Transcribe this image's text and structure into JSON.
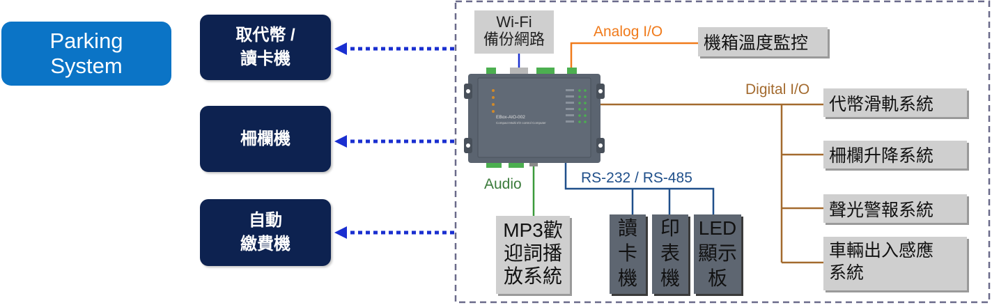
{
  "parking_system": "Parking\nSystem",
  "left_devices": [
    "取代幣 /\n讀卡機",
    "柵欄機",
    "自動\n繳費機"
  ],
  "wifi_box": "Wi-Fi\n備份網路",
  "device": {
    "name": "EBox-AIO-002",
    "subtitle": "Compact Multi I/O control Computer"
  },
  "labels": {
    "analog": "Analog I/O",
    "digital": "Digital I/O",
    "audio": "Audio",
    "serial": "RS-232 / RS-485"
  },
  "analog_target": "機箱溫度監控",
  "digital_targets": [
    "代幣滑軌系統",
    "柵欄升降系統",
    "聲光警報系統",
    "車輛出入感應\n系統"
  ],
  "audio_target": "MP3歡\n迎詞播\n放系統",
  "serial_targets": [
    "讀\n卡\n機",
    "印\n表\n機",
    "LED\n顯示\n板"
  ],
  "colors": {
    "wifi_line": "#1a2fd0",
    "analog_line": "#f07a1a",
    "digital_line": "#a36a2e",
    "audio_line": "#3a9a3a",
    "serial_line": "#1f4f8a",
    "arrow": "#1a2fd0",
    "frame": "#6a6a8a"
  }
}
